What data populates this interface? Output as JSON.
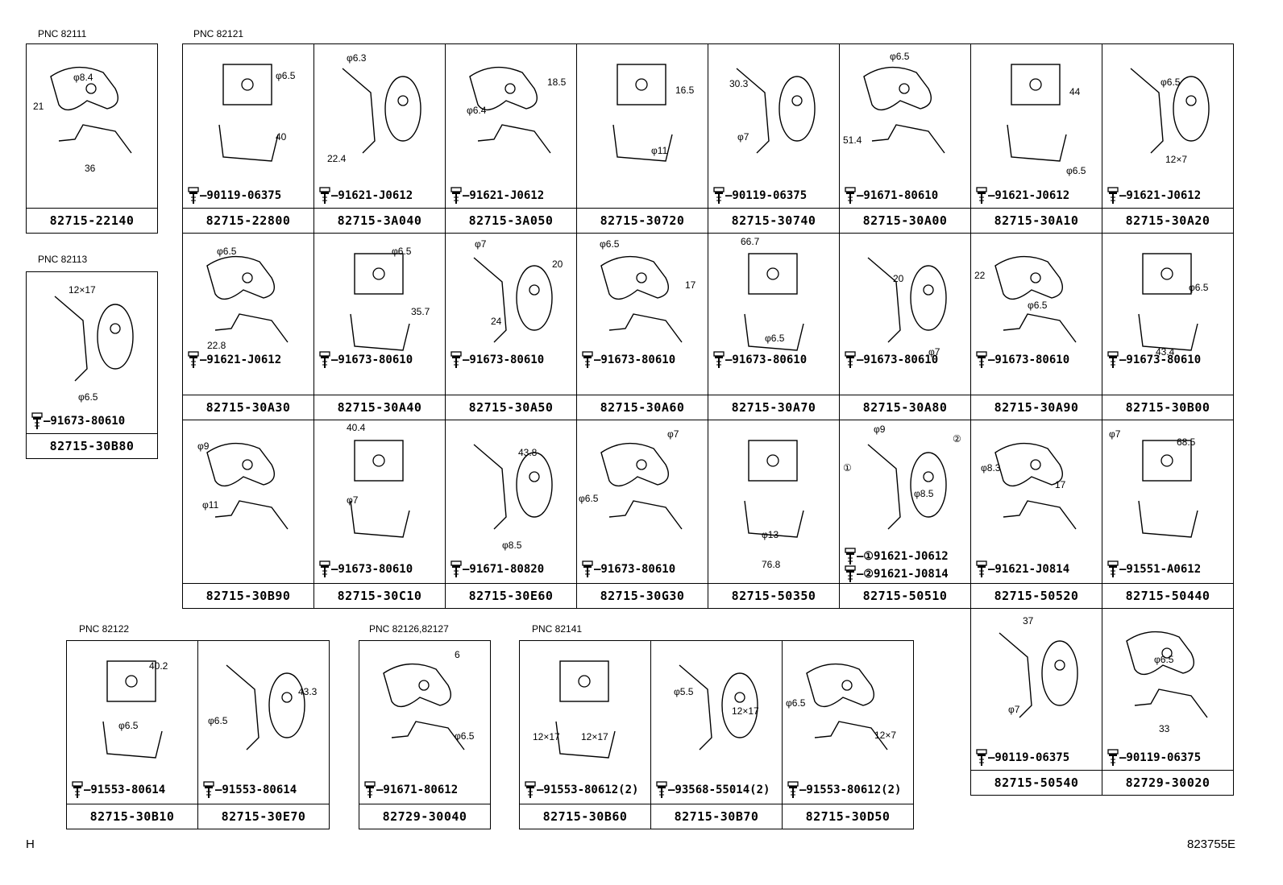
{
  "groups": {
    "g82111": "PNC  82111",
    "g82121": "PNC  82121",
    "g82113": "PNC  82113",
    "g82122": "PNC  82122",
    "g82126": "PNC  82126,82127",
    "g82141": "PNC  82141"
  },
  "cells": [
    {
      "part": "82715-22140",
      "bolts": [],
      "dims": [
        "φ8.4",
        "21",
        "36"
      ]
    },
    {
      "part": "82715-22800",
      "bolts": [
        "90119-06375"
      ],
      "dims": [
        "φ6.5",
        "40"
      ]
    },
    {
      "part": "82715-3A040",
      "bolts": [
        "91621-J0612"
      ],
      "dims": [
        "φ6.3",
        "22.4"
      ]
    },
    {
      "part": "82715-3A050",
      "bolts": [
        "91621-J0612"
      ],
      "dims": [
        "18.5",
        "φ6.4"
      ]
    },
    {
      "part": "82715-30720",
      "bolts": [],
      "dims": [
        "16.5",
        "φ11"
      ]
    },
    {
      "part": "82715-30740",
      "bolts": [
        "90119-06375"
      ],
      "dims": [
        "30.3",
        "φ7"
      ]
    },
    {
      "part": "82715-30A00",
      "bolts": [
        "91671-80610"
      ],
      "dims": [
        "φ6.5",
        "51.4"
      ]
    },
    {
      "part": "82715-30A10",
      "bolts": [
        "91621-J0612"
      ],
      "dims": [
        "44",
        "φ6.5"
      ]
    },
    {
      "part": "82715-30A20",
      "bolts": [
        "91621-J0612"
      ],
      "dims": [
        "φ6.5",
        "12×7"
      ]
    },
    {
      "part": "82715-30A30",
      "bolts": [
        "91621-J0612"
      ],
      "dims": [
        "φ6.5",
        "22.8"
      ]
    },
    {
      "part": "82715-30A40",
      "bolts": [
        "91673-80610"
      ],
      "dims": [
        "φ6.5",
        "35.7"
      ]
    },
    {
      "part": "82715-30A50",
      "bolts": [
        "91673-80610"
      ],
      "dims": [
        "φ7",
        "20",
        "24"
      ]
    },
    {
      "part": "82715-30A60",
      "bolts": [
        "91673-80610"
      ],
      "dims": [
        "φ6.5",
        "17"
      ]
    },
    {
      "part": "82715-30A70",
      "bolts": [
        "91673-80610"
      ],
      "dims": [
        "66.7",
        "φ6.5"
      ]
    },
    {
      "part": "82715-30A80",
      "bolts": [
        "91673-80610"
      ],
      "dims": [
        "20",
        "φ7"
      ]
    },
    {
      "part": "82715-30A90",
      "bolts": [
        "91673-80610"
      ],
      "dims": [
        "22",
        "φ6.5"
      ]
    },
    {
      "part": "82715-30B00",
      "bolts": [
        "91673-80610"
      ],
      "dims": [
        "φ6.5",
        "43.4"
      ]
    },
    {
      "part": "82715-30B80",
      "bolts": [
        "91673-80610"
      ],
      "dims": [
        "12×17",
        "φ6.5"
      ]
    },
    {
      "part": "82715-30B90",
      "bolts": [],
      "dims": [
        "φ9",
        "φ11"
      ]
    },
    {
      "part": "82715-30C10",
      "bolts": [
        "91673-80610"
      ],
      "dims": [
        "40.4",
        "φ7"
      ]
    },
    {
      "part": "82715-30E60",
      "bolts": [
        "91671-80820"
      ],
      "dims": [
        "43.8",
        "φ8.5"
      ]
    },
    {
      "part": "82715-30G30",
      "bolts": [
        "91673-80610"
      ],
      "dims": [
        "φ7",
        "φ6.5"
      ]
    },
    {
      "part": "82715-50350",
      "bolts": [],
      "dims": [
        "φ13",
        "76.8"
      ]
    },
    {
      "part": "82715-50510",
      "bolts": [
        "①91621-J0612",
        "②91621-J0814"
      ],
      "dims": [
        "φ9",
        "②",
        "①",
        "φ8.5"
      ]
    },
    {
      "part": "82715-50520",
      "bolts": [
        "91621-J0814"
      ],
      "dims": [
        "φ8.3",
        "17"
      ]
    },
    {
      "part": "82715-50440",
      "bolts": [
        "91551-A0612"
      ],
      "dims": [
        "φ7",
        "68.5"
      ]
    },
    {
      "part": "82715-50540",
      "bolts": [
        "90119-06375"
      ],
      "dims": [
        "37",
        "φ7"
      ]
    },
    {
      "part": "82729-30020",
      "bolts": [
        "90119-06375"
      ],
      "dims": [
        "φ6.5",
        "33"
      ]
    },
    {
      "part": "82715-30B10",
      "bolts": [
        "91553-80614"
      ],
      "dims": [
        "40.2",
        "φ6.5"
      ]
    },
    {
      "part": "82715-30E70",
      "bolts": [
        "91553-80614"
      ],
      "dims": [
        "43.3",
        "φ6.5"
      ]
    },
    {
      "part": "82729-30040",
      "bolts": [
        "91671-80612"
      ],
      "dims": [
        "6",
        "φ6.5"
      ]
    },
    {
      "part": "82715-30B60",
      "bolts": [
        "91553-80612(2)"
      ],
      "dims": [
        "12×17",
        "12×17"
      ]
    },
    {
      "part": "82715-30B70",
      "bolts": [
        "93568-55014(2)"
      ],
      "dims": [
        "φ5.5",
        "12×17"
      ]
    },
    {
      "part": "82715-30D50",
      "bolts": [
        "91553-80612(2)"
      ],
      "dims": [
        "φ6.5",
        "12×7"
      ]
    }
  ],
  "footer": {
    "left": "H",
    "right": "823755E"
  }
}
